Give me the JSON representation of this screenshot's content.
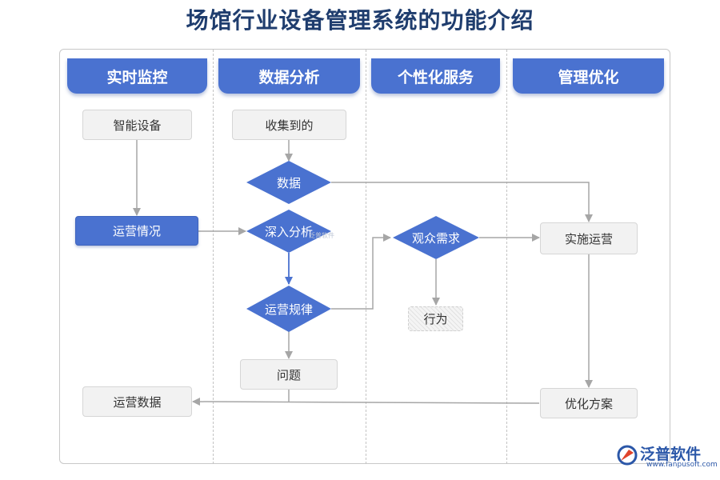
{
  "title": "场馆行业设备管理系统的功能介绍",
  "lanes": [
    {
      "label": "实时监控"
    },
    {
      "label": "数据分析"
    },
    {
      "label": "个性化服务"
    },
    {
      "label": "管理优化"
    }
  ],
  "nodes": {
    "smart_device": "智能设备",
    "operation_status": "运营情况",
    "operation_data": "运营数据",
    "collected": "收集到的",
    "data": "数据",
    "deep_analysis": "深入分析",
    "operation_rules": "运营规律",
    "problem": "问题",
    "audience_needs": "观众需求",
    "behavior": "行为",
    "implement_operation": "实施运营",
    "optimization_plan": "优化方案"
  },
  "watermark": "泛普软件",
  "logo": {
    "name": "泛普软件",
    "url": "www.fanpusoft.com"
  },
  "colors": {
    "accent": "#4a72d0",
    "title": "#1f3d6e",
    "arrow": "#a6a6a6"
  }
}
